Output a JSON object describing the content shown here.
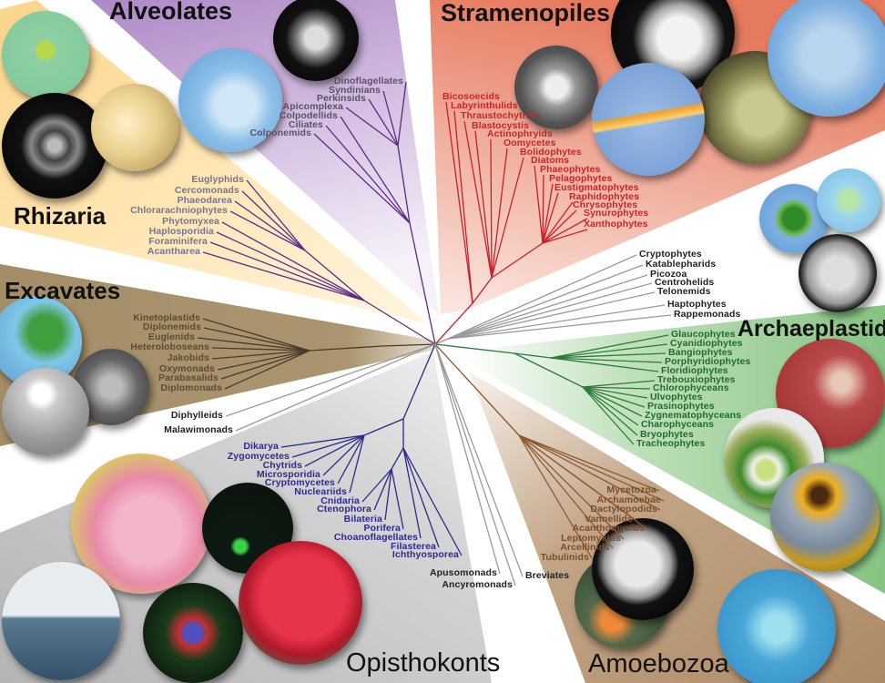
{
  "colors": {
    "rhizaria_bg": "#fcd98e",
    "alveolates_bg": "#b594cc",
    "stramenopiles_bg": "#e8866a",
    "excavates_bg": "#a8936c",
    "archaeplastids_bg": "#8ec98a",
    "amoebozoa_bg": "#b3916f",
    "opisthokonts_bg": "#bdbdbd"
  },
  "groups": {
    "rhizaria": {
      "title": "Rhizaria",
      "text_color": "#77768a",
      "line_color": "#5b2a86",
      "labels": [
        "Euglyphids",
        "Cercomonads",
        "Phaeodarea",
        "Chlorarachniophytes",
        "Phytomyxea",
        "Haplosporidia",
        "Foraminifera",
        "Acantharea"
      ]
    },
    "alveolates": {
      "title": "Alveolates",
      "text_color": "#5b5166",
      "line_color": "#5b2a86",
      "labels": [
        "Dinoflagellates",
        "Syndinians",
        "Perkinsids",
        "Apicomplexa",
        "Colpodellids",
        "Ciliates",
        "Colponemids"
      ]
    },
    "stramenopiles": {
      "title": "Stramenopiles",
      "text_color": "#c3262d",
      "line_color": "#c8202a",
      "labels": [
        "Bicosoecids",
        "Labyrinthulids",
        "Thraustochytrids",
        "Blastocystis",
        "Actinophryids",
        "Oomycetes",
        "Bolidophytes",
        "Diatoms",
        "Phaeophytes",
        "Pelagophytes",
        "Eustigmatophytes",
        "Raphidophytes",
        "Chrysophytes",
        "Synurophytes",
        "Xanthophytes"
      ]
    },
    "cryptists": {
      "title": "",
      "text_color": "#222222",
      "line_color": "#9a9a9a",
      "labels": [
        "Cryptophytes",
        "Katablepharids",
        "Picozoa",
        "Centrohelids",
        "Telonemids",
        "Haptophytes",
        "Rappemonads"
      ]
    },
    "archaeplastids": {
      "title": "Archaeplastids",
      "text_color": "#1f6b30",
      "line_color": "#2b7a3a",
      "labels": [
        "Glaucophytes",
        "Cyanidiophytes",
        "Bangiophytes",
        "Porphyridiophytes",
        "Floridiophytes",
        "Trebouxiophytes",
        "Chlorophyceans",
        "Ulvophytes",
        "Prasinophytes",
        "Zygnematophyceans",
        "Charophyceans",
        "Bryophytes",
        "Tracheophytes"
      ]
    },
    "amoebozoa": {
      "title": "Amoebozoa",
      "text_color": "#7a4c2a",
      "line_color": "#8a5a30",
      "labels": [
        "Mycetozoa",
        "Archamoebae",
        "Dactylopodids",
        "Vannellids",
        "Acanthomyxids",
        "Leptomyxids",
        "Arcellinids",
        "Tubulinids"
      ]
    },
    "excavates": {
      "title": "Excavates",
      "text_color": "#5e4a30",
      "line_color": "#4a3a2a",
      "labels": [
        "Kinetoplastids",
        "Diplonemids",
        "Euglenids",
        "Heteroloboseans",
        "Jakobids",
        "Oxymonads",
        "Parabasalids",
        "Diplomonads"
      ]
    },
    "opisthokonts": {
      "title": "Opisthokonts",
      "text_color": "#2f2a8f",
      "line_color": "#2b2a8a",
      "labels": [
        "Dikarya",
        "Zygomycetes",
        "Chytrids",
        "Microsporidia",
        "Cryptomycetes",
        "Nucleariids",
        "Cnidaria",
        "Ctenophora",
        "Bilateria",
        "Porifera",
        "Choanoflagellates",
        "Filasterea",
        "Ichthyosporea"
      ]
    },
    "orphans": {
      "title": "",
      "text_color": "#222222",
      "line_color": "#9a9a9a",
      "labels": [
        "Diphylleids",
        "Malawimonads",
        "Apusomonads",
        "Ancyromonads",
        "Breviates"
      ]
    }
  }
}
